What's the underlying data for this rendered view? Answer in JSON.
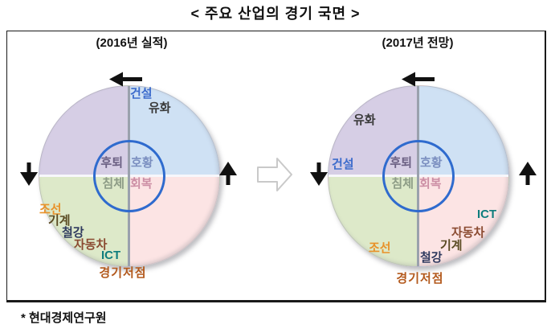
{
  "title": "< 주요 산업의 경기 국면 >",
  "source_note": "* 현대경제연구원",
  "phases": {
    "recession": "후퇴",
    "boom": "호황",
    "depression": "침체",
    "recovery": "회복"
  },
  "panels": [
    {
      "subtitle": "(2016년 실적)",
      "trough": "경기저점",
      "industries": {
        "construction": "건설",
        "petrochemical": "유화",
        "shipbuilding": "조선",
        "machinery": "기계",
        "steel": "철강",
        "automobile": "자동차",
        "ict": "ICT"
      }
    },
    {
      "subtitle": "(2017년 전망)",
      "trough": "경기저점",
      "industries": {
        "construction": "건설",
        "petrochemical": "유화",
        "shipbuilding": "조선",
        "machinery": "기계",
        "steel": "철강",
        "automobile": "자동차",
        "ict": "ICT"
      }
    }
  ],
  "colors": {
    "quadrant_recession": "#d6cee5",
    "quadrant_boom": "#cfe1f4",
    "quadrant_depression": "#dde9c9",
    "quadrant_recovery": "#fce4e4",
    "inner_circle_stroke": "#2f6bce",
    "construction": "#3d6ccc",
    "petrochemical": "#3a3a3a",
    "shipbuilding": "#e8922a",
    "machinery": "#5a4a22",
    "steel": "#2f3a5f",
    "automobile": "#8a4a30",
    "ict": "#0f7d7d",
    "trough": "#b3591c"
  }
}
